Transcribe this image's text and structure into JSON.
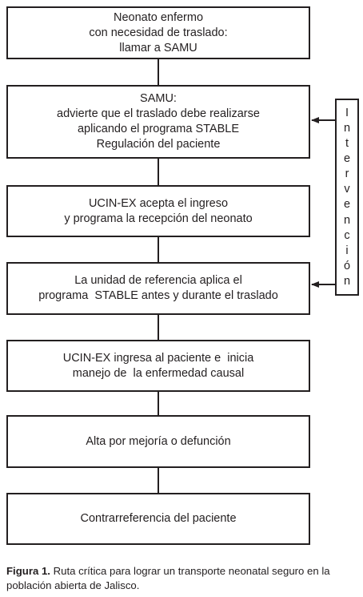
{
  "steps": [
    {
      "id": "neonato",
      "lines": [
        "Neonato enfermo",
        "con necesidad de traslado:",
        "llamar a SAMU"
      ]
    },
    {
      "id": "samu",
      "lines": [
        "SAMU:",
        "advierte que el traslado debe realizarse",
        "aplicando el programa STABLE",
        "Regulación del paciente"
      ]
    },
    {
      "id": "ucin-acepta",
      "lines": [
        "UCIN-EX acepta el ingreso",
        "y programa la recepción del neonato"
      ]
    },
    {
      "id": "unidad-referencia",
      "lines": [
        "La unidad de referencia aplica el",
        "programa  STABLE antes y durante el traslado"
      ]
    },
    {
      "id": "ucin-ingresa",
      "lines": [
        "UCIN-EX ingresa al paciente e  inicia",
        "manejo de  la enfermedad causal"
      ]
    },
    {
      "id": "alta",
      "lines": [
        "Alta por mejoría o defunción"
      ]
    },
    {
      "id": "contrarreferencia",
      "lines": [
        "Contrarreferencia del paciente"
      ]
    }
  ],
  "side_box": {
    "letters": [
      "I",
      "n",
      "t",
      "e",
      "r",
      "v",
      "e",
      "n",
      "c",
      "i",
      "ó",
      "n"
    ]
  },
  "caption": {
    "label": "Figura 1.",
    "text": " Ruta crítica para lograr un transporte neonatal seguro en la población abierta de Jalisco."
  }
}
